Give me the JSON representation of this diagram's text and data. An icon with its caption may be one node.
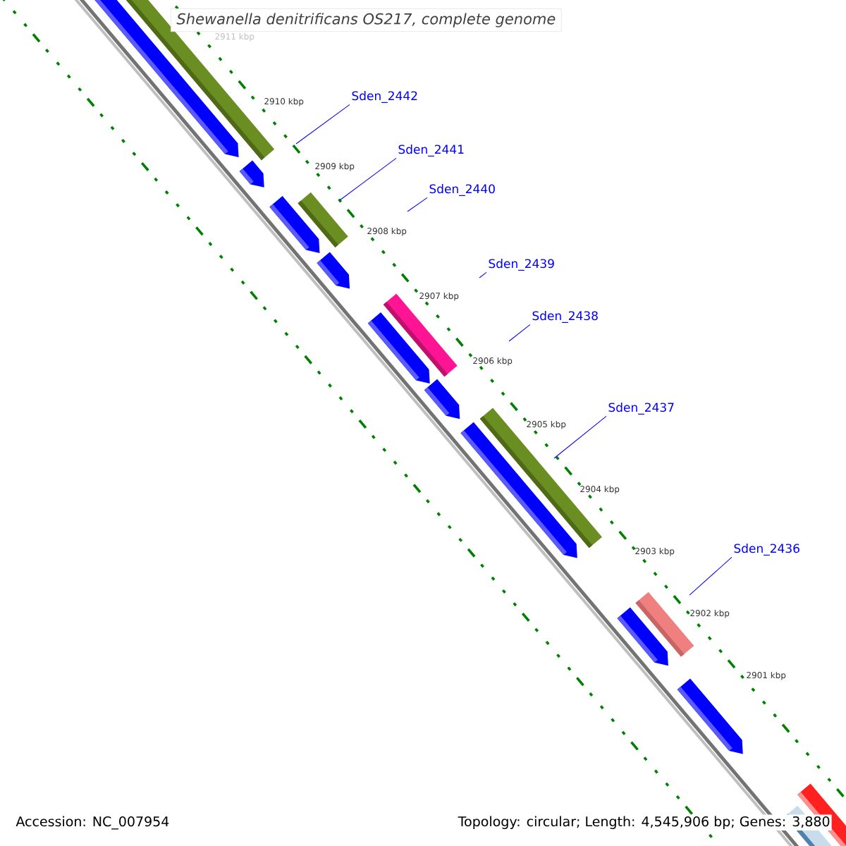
{
  "diagram": {
    "title": "Shewanella denitrificans OS217, complete genome",
    "nodes": [
      {
        "text": [
          "Sden_2442"
        ]
      },
      {
        "text": [
          "Sden_2441"
        ]
      },
      {
        "text": [
          "Sden_2440"
        ]
      },
      {
        "text": [
          "Sden_2439"
        ]
      },
      {
        "text": [
          "Sden_2438"
        ]
      },
      {
        "text": [
          "Sden_2437"
        ]
      },
      {
        "text": [
          "Sden_2436"
        ]
      }
    ],
    "edges": [
      {
        "from": 0,
        "to": null,
        "arrow": "none"
      },
      {
        "from": 1,
        "to": null,
        "arrow": "none"
      },
      {
        "from": 2,
        "to": null,
        "arrow": "none"
      },
      {
        "from": 3,
        "to": null,
        "arrow": "none"
      },
      {
        "from": 4,
        "to": null,
        "arrow": "none"
      },
      {
        "from": 5,
        "to": null,
        "arrow": "none"
      },
      {
        "from": 6,
        "to": null,
        "arrow": "none"
      }
    ],
    "labels": [
      "2911 kbp",
      "2910 kbp",
      "2909 kbp",
      "2908 kbp",
      "2907 kbp",
      "2906 kbp",
      "2905 kbp",
      "2904 kbp",
      "2903 kbp",
      "2902 kbp",
      "2901 kbp",
      "Accession: NC_007954",
      "Topology: circular; Length: 4,545,906 bp; Genes: 3,880"
    ]
  }
}
